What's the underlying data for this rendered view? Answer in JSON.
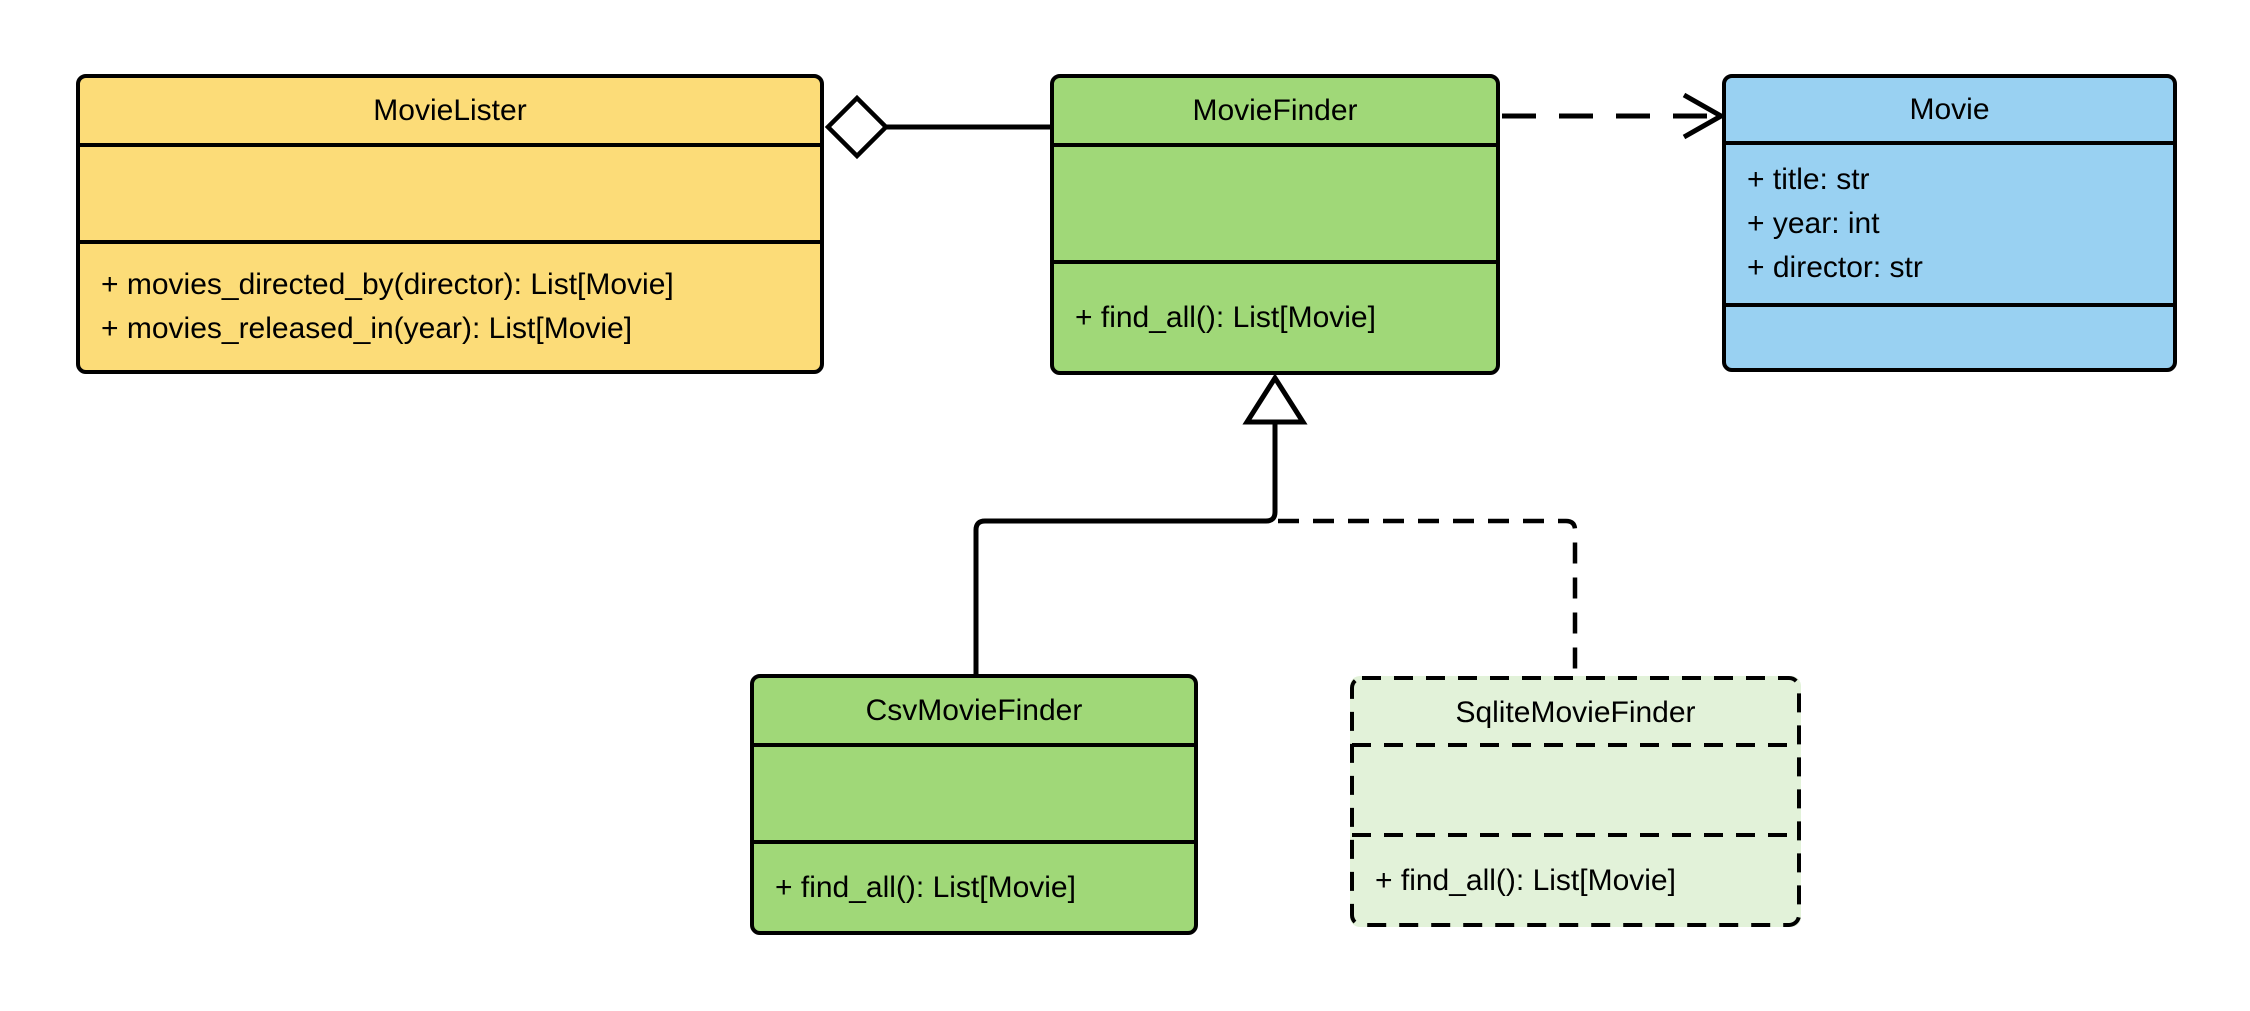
{
  "diagram": {
    "type": "uml-class-diagram",
    "background_color": "#FFFFFF",
    "ink_color": "#000000",
    "classes": [
      {
        "name": "MovieLister",
        "attributes": [],
        "methods": [
          "+ movies_directed_by(director): List[Movie]",
          "+ movies_released_in(year): List[Movie]"
        ],
        "fill": "#FCDC78",
        "border_style": "solid"
      },
      {
        "name": "MovieFinder",
        "attributes": [],
        "methods": [
          "+ find_all(): List[Movie]"
        ],
        "fill": "#A0D878",
        "border_style": "solid"
      },
      {
        "name": "Movie",
        "attributes": [
          "+ title: str",
          "+ year: int",
          "+ director: str"
        ],
        "methods": [],
        "fill": "#99D1F2",
        "border_style": "solid"
      },
      {
        "name": "CsvMovieFinder",
        "attributes": [],
        "methods": [
          "+ find_all(): List[Movie]"
        ],
        "fill": "#A0D878",
        "border_style": "solid"
      },
      {
        "name": "SqliteMovieFinder",
        "attributes": [],
        "methods": [
          "+ find_all(): List[Movie]"
        ],
        "fill": "#E2F2D9",
        "border_style": "dashed"
      }
    ],
    "relationships": [
      {
        "type": "aggregation",
        "from": "MovieLister",
        "to": "MovieFinder",
        "line": "solid",
        "marker": "hollow-diamond-at-source"
      },
      {
        "type": "dependency",
        "from": "MovieFinder",
        "to": "Movie",
        "line": "dashed",
        "marker": "open-arrow-at-target"
      },
      {
        "type": "generalization",
        "from": "CsvMovieFinder",
        "to": "MovieFinder",
        "line": "solid",
        "marker": "hollow-triangle-at-target"
      },
      {
        "type": "generalization",
        "from": "SqliteMovieFinder",
        "to": "MovieFinder",
        "line": "dashed",
        "marker": "hollow-triangle-at-target"
      }
    ]
  }
}
